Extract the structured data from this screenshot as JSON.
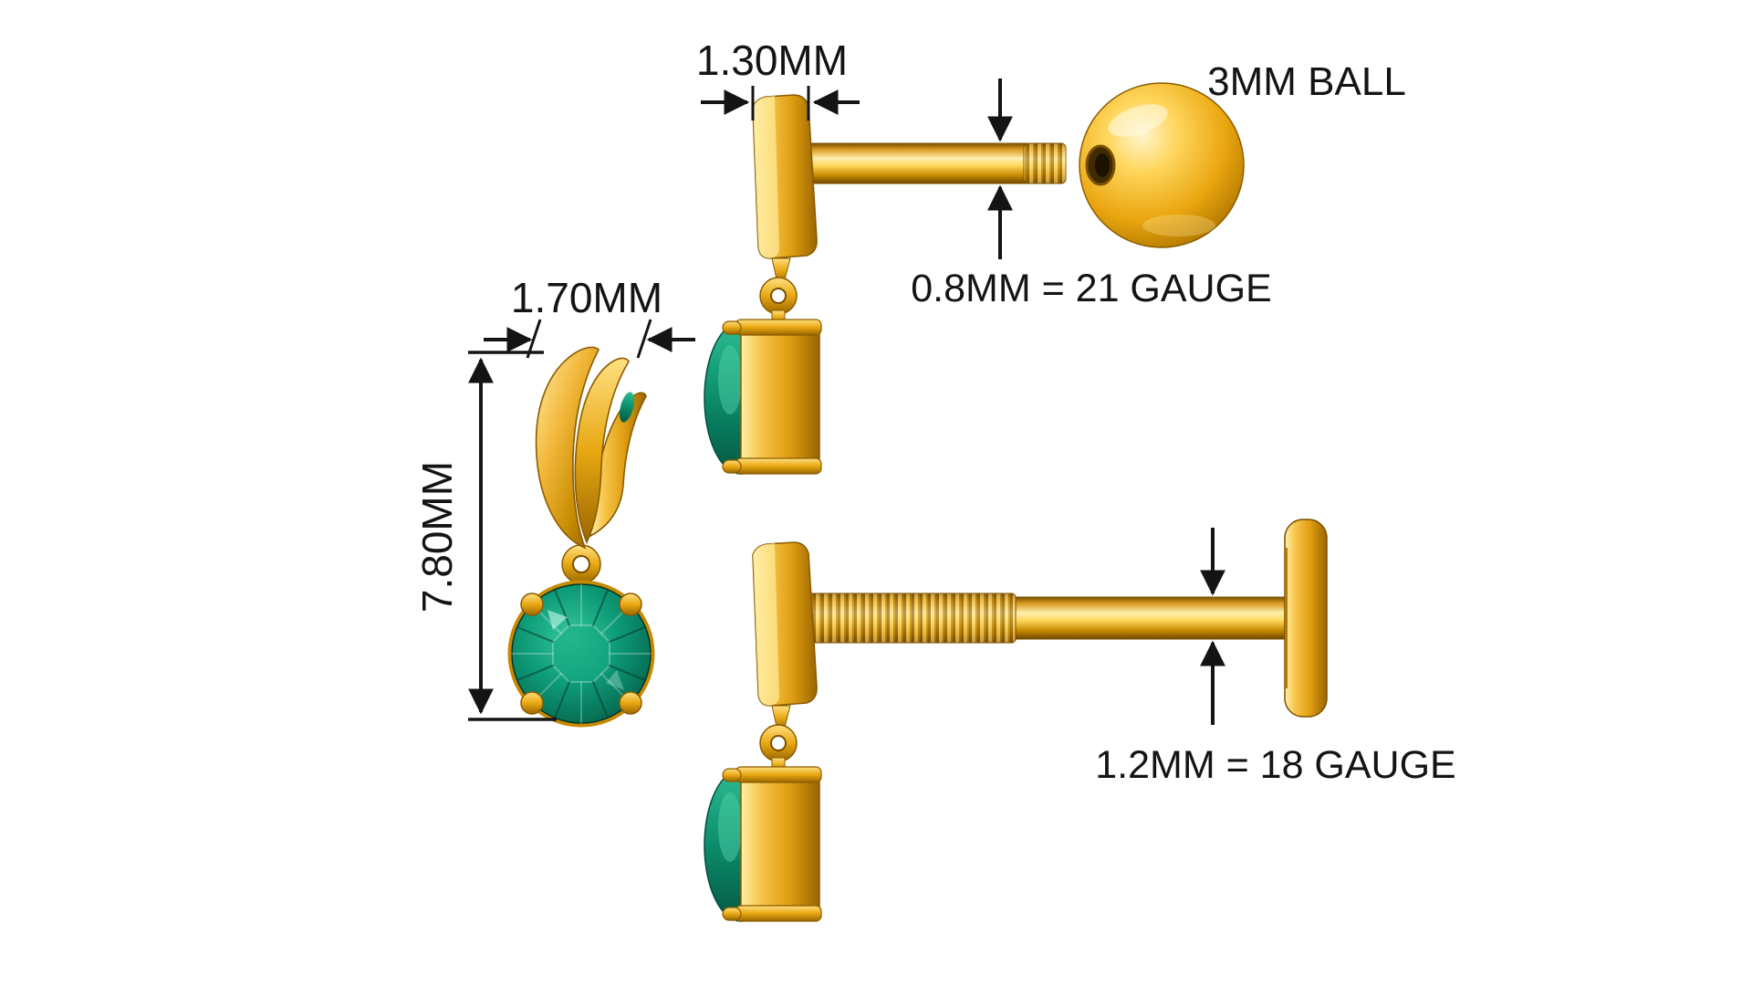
{
  "page": {
    "background": "#ffffff"
  },
  "labels": {
    "front_width": "1.70MM",
    "front_height": "7.80MM",
    "post_width": "1.30MM",
    "post_gauge_top": "0.8MM = 21 GAUGE",
    "ball_size": "3MM BALL",
    "post_gauge_bottom": "1.2MM = 18 GAUGE"
  },
  "colors": {
    "gold": "#E8A812",
    "gold_light": "#FFE082",
    "gold_dark": "#8A5C00",
    "emerald": "#0E9C78",
    "emerald_dark": "#045842",
    "dimension_lines": "#141414"
  }
}
